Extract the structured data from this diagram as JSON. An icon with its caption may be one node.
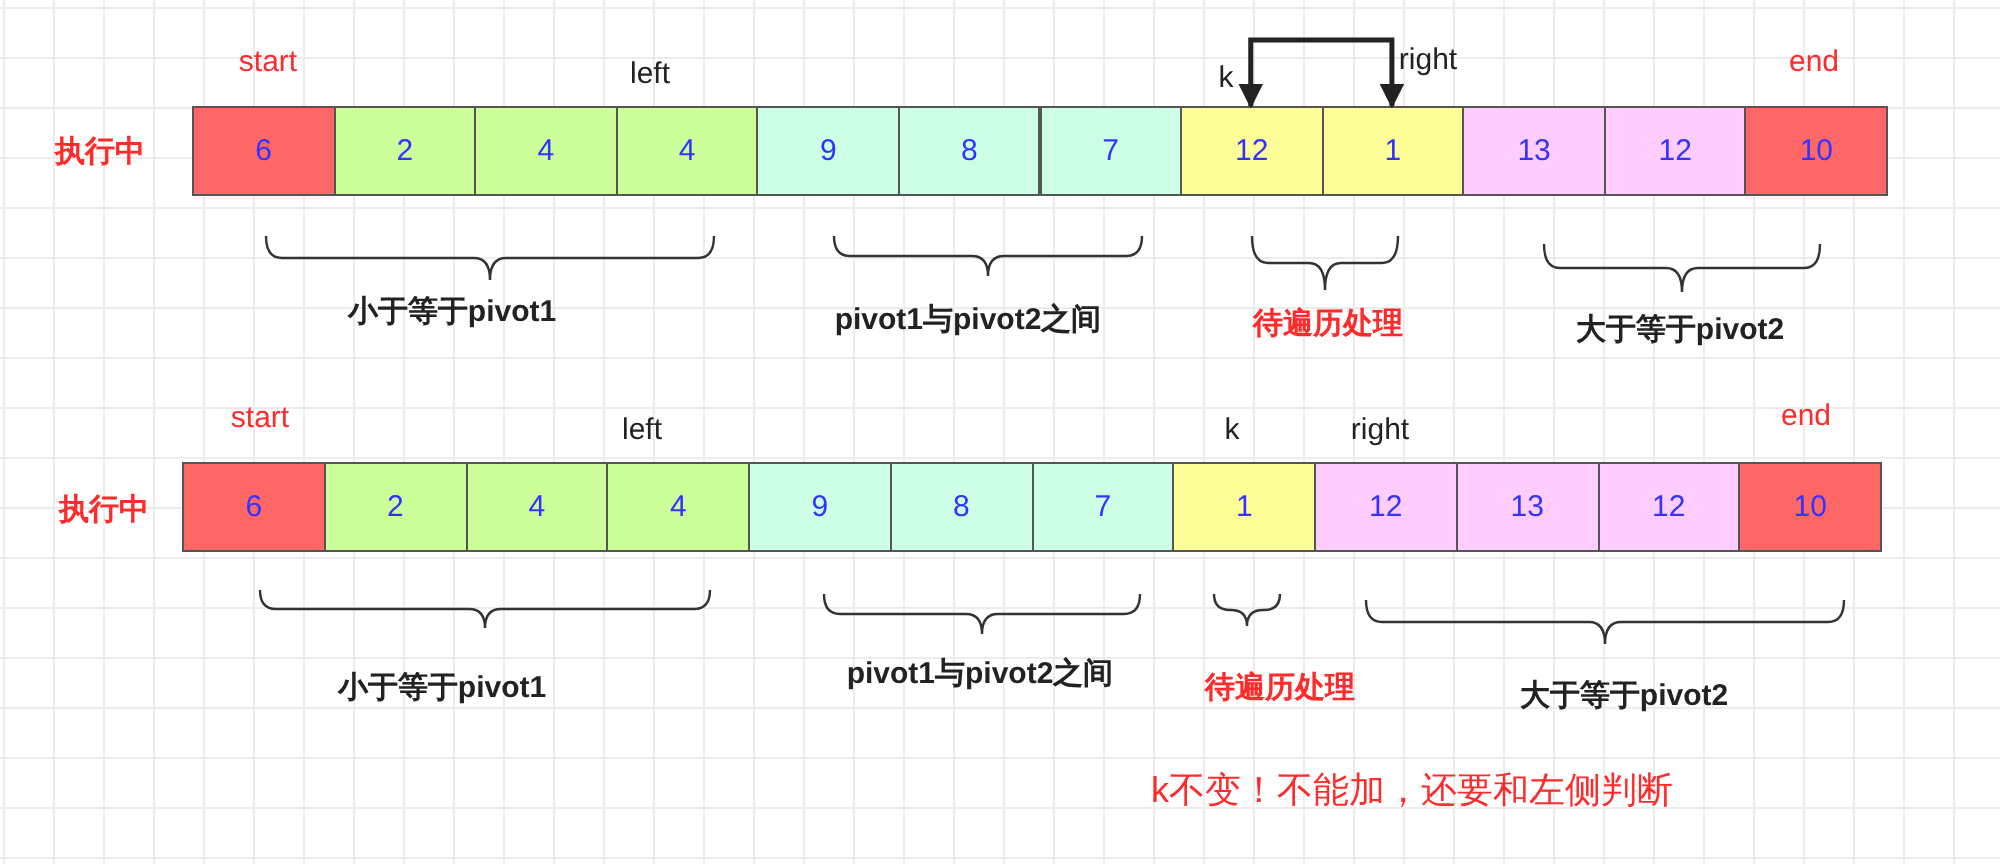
{
  "diagram": {
    "nodes": [
      {
        "text": [
          "6"
        ]
      },
      {
        "text": [
          "2"
        ]
      },
      {
        "text": [
          "4"
        ]
      },
      {
        "text": [
          "4"
        ]
      },
      {
        "text": [
          "9"
        ]
      },
      {
        "text": [
          "8"
        ]
      },
      {
        "text": [
          "7"
        ]
      },
      {
        "text": [
          "12"
        ]
      },
      {
        "text": [
          "1"
        ]
      },
      {
        "text": [
          "13"
        ]
      },
      {
        "text": [
          "12"
        ]
      },
      {
        "text": [
          "10"
        ]
      },
      {
        "text": [
          "6"
        ]
      },
      {
        "text": [
          "2"
        ]
      },
      {
        "text": [
          "4"
        ]
      },
      {
        "text": [
          "4"
        ]
      },
      {
        "text": [
          "9"
        ]
      },
      {
        "text": [
          "8"
        ]
      },
      {
        "text": [
          "7"
        ]
      },
      {
        "text": [
          "1"
        ]
      },
      {
        "text": [
          "12"
        ]
      },
      {
        "text": [
          "13"
        ]
      },
      {
        "text": [
          "12"
        ]
      },
      {
        "text": [
          "10"
        ]
      }
    ],
    "edges": [
      {
        "from": 7,
        "to": 8,
        "arrow": "both"
      }
    ],
    "labels": [
      "start",
      "left",
      "k",
      "right",
      "end",
      "执行中",
      "小于等于pivot1",
      "pivot1与pivot2之间",
      "待遍历处理",
      "大于等于pivot2",
      "start",
      "left",
      "k",
      "right",
      "end",
      "执行中",
      "小于等于pivot1",
      "pivot1与pivot2之间",
      "待遍历处理",
      "大于等于pivot2",
      "k不变！不能加，还要和左侧判断"
    ]
  }
}
